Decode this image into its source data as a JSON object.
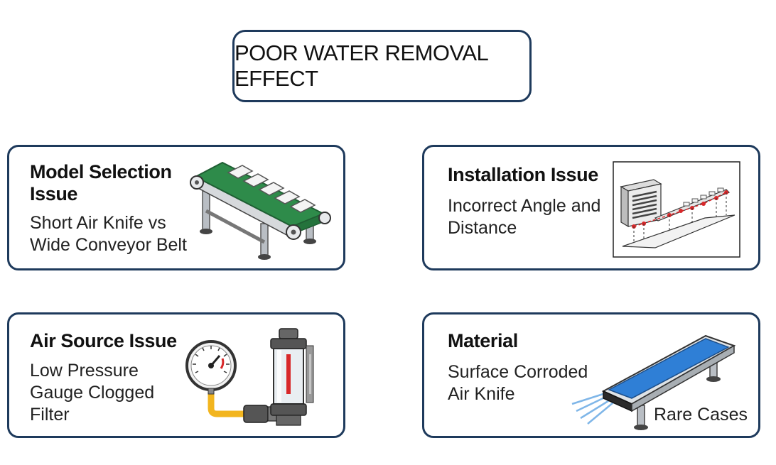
{
  "title": "POOR WATER REMOVAL EFFECT",
  "cards": {
    "model": {
      "heading": [
        "Model Selection",
        "Issue"
      ],
      "desc": [
        "Short Air Knife vs",
        "Wide Conveyor Belt"
      ],
      "icon": "conveyor-belt-icon"
    },
    "install": {
      "heading": [
        "Installation Issue"
      ],
      "desc": [
        "Incorrect Angle and",
        "Distance"
      ],
      "icon": "installation-diagram-icon"
    },
    "air": {
      "heading": [
        "Air Source Issue"
      ],
      "desc": [
        "Low Pressure",
        "Gauge Clogged",
        "Filter"
      ],
      "icon": "pressure-gauge-filter-icon"
    },
    "material": {
      "heading": [
        "Material"
      ],
      "desc": [
        "Surface Corroded",
        "Air Knife"
      ],
      "note": "Rare Cases",
      "icon": "air-knife-icon"
    }
  },
  "colors": {
    "border": "#1e3a5c",
    "belt_green": "#2e8b4a",
    "knife_blue": "#2f7fd6",
    "hose_yellow": "#f2b51f",
    "marker_red": "#d8282a"
  }
}
